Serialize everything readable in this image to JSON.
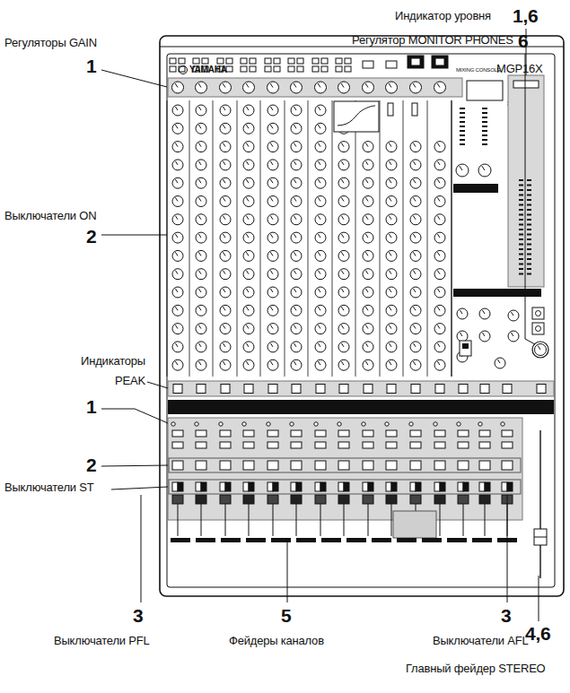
{
  "diagram": {
    "labels": [
      "Индикатор уровня",
      "1,6",
      "Регулятор MONITOR PHONES",
      "6",
      "Регуляторы GAIN",
      "1",
      "YAMAHA",
      "MIXING CONSOLE",
      "MGP16X",
      "Выключатели ON",
      "2",
      "Индикаторы PEAK",
      "1",
      "2",
      "Выключатели ST",
      "3",
      "5",
      "3",
      "Выключатели PFL",
      "Фейдеры каналов",
      "Выключатели AFL",
      "4,6",
      "Главный фейдер STEREO"
    ]
  }
}
